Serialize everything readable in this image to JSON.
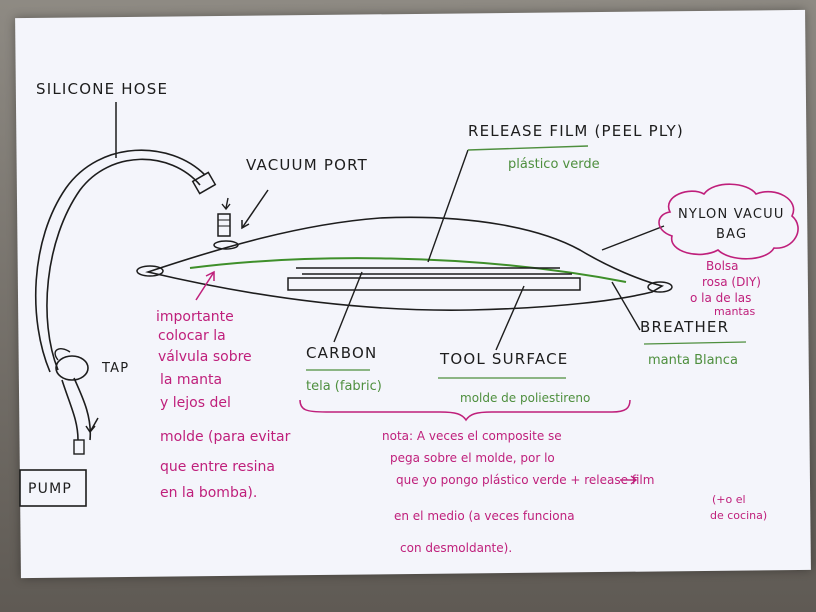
{
  "labels": {
    "silicone_hose": "SILICONE HOSE",
    "vacuum_port": "VACUUM PORT",
    "release_film": "RELEASE FILM (PEEL PLY)",
    "release_film_note": "plástico verde",
    "nylon_bag_line1": "NYLON VACUU",
    "nylon_bag_line2": "BAG",
    "bolsa_line1": "Bolsa",
    "bolsa_line2": "rosa (DIY)",
    "bolsa_line3": "o la de las",
    "bolsa_line4": "mantas",
    "breather": "BREATHER",
    "breather_note": "manta Blanca",
    "carbon": "CARBON",
    "carbon_note": "tela (fabric)",
    "tool_surface": "TOOL SURFACE",
    "tool_surface_note": "molde de poliestireno",
    "tap": "TAP",
    "pump": "PUMP",
    "importante": [
      "importante",
      "colocar la",
      "válvula sobre",
      "la manta",
      "y lejos del"
    ],
    "molde_note": [
      "molde (para evitar",
      "que entre resina",
      "en la bomba)."
    ],
    "nota": [
      "nota: A veces el composite se",
      "pega sobre el molde, por lo",
      "que yo pongo plástico verde + release film",
      "en el medio (a veces funciona",
      "con desmoldante)."
    ],
    "side_note_line1": "(+o el",
    "side_note_line2": "de cocina)"
  },
  "colors": {
    "ink": "#1d1d1d",
    "pink": "#bf1f7b",
    "green": "#4e8f3e",
    "paper": "#f4f5fb"
  }
}
